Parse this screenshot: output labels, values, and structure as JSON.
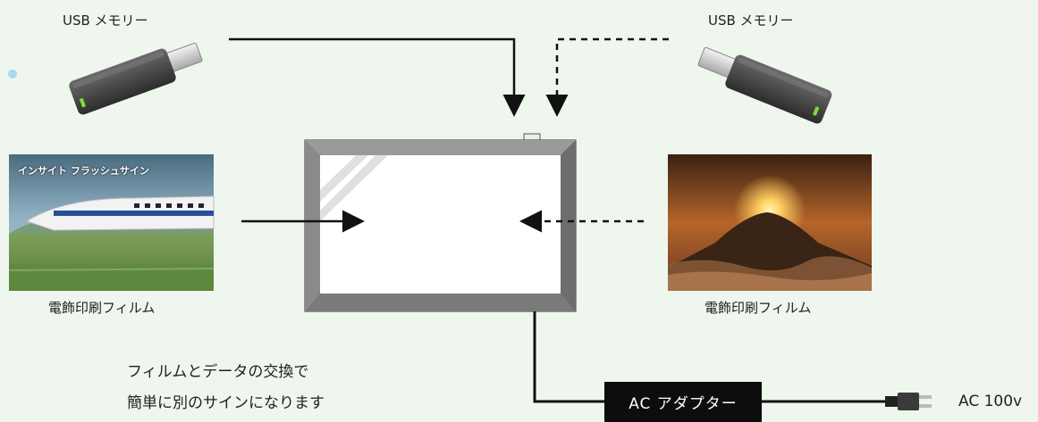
{
  "labels": {
    "usb_left": "USB メモリー",
    "usb_right": "USB メモリー",
    "film_left": "電飾印刷フィルム",
    "film_right": "電飾印刷フィルム",
    "train_overlay": "インサイト フラッシュサイン",
    "adapter": "AC アダプター",
    "power": "AC 100v"
  },
  "caption": {
    "line1": "フィルムとデータの交換で",
    "line2": "簡単に別のサインになります"
  },
  "colors": {
    "background": "#eef6ee",
    "frame": "#7a7a7a",
    "line": "#111111",
    "usb_body": "#444444",
    "led": "#7fdc3a",
    "dot": "#a9d8f2"
  }
}
